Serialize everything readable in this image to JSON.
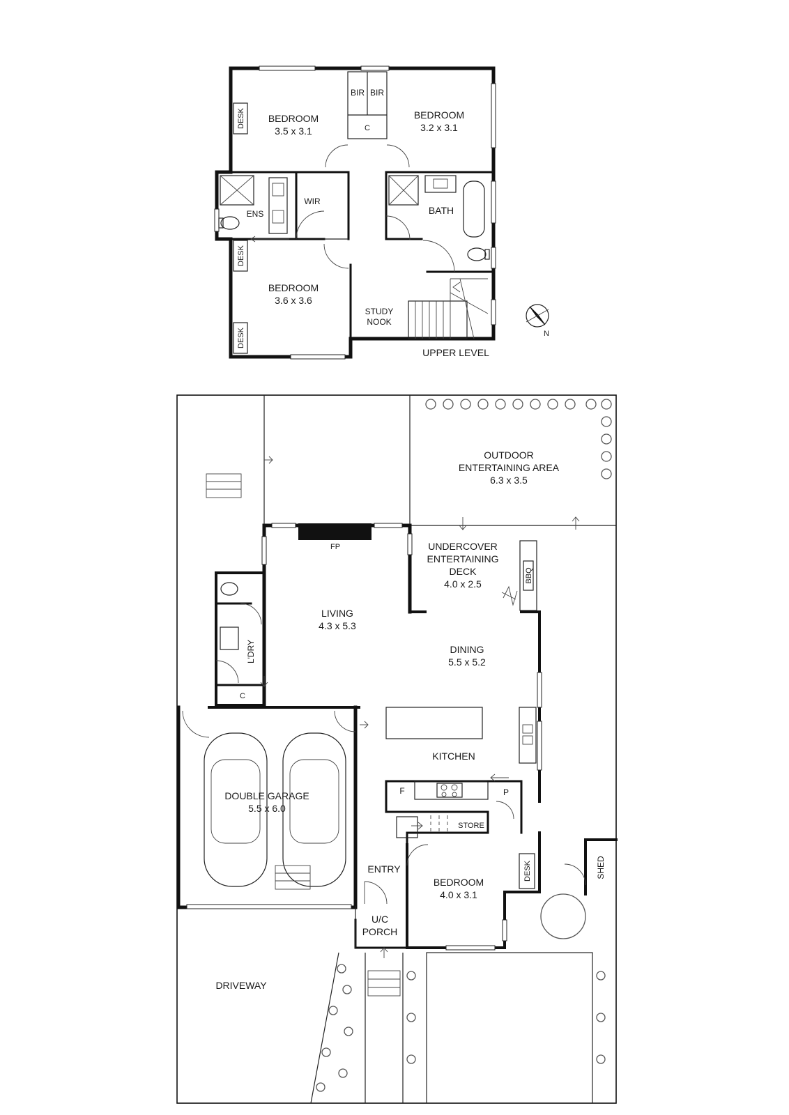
{
  "upper": {
    "bedroom1": {
      "name": "BEDROOM",
      "size": "3.5 x 3.1"
    },
    "bedroom2": {
      "name": "BEDROOM",
      "size": "3.2 x 3.1"
    },
    "bedroom3": {
      "name": "BEDROOM",
      "size": "3.6 x 3.6"
    },
    "bir_left": "BIR",
    "bir_right": "BIR",
    "cupboard": "C",
    "ensuite": "ENS",
    "wir": "WIR",
    "bath": "BATH",
    "study_line1": "STUDY",
    "study_line2": "NOOK",
    "desk_1": "DESK",
    "desk_2": "DESK",
    "desk_3": "DESK",
    "level_label": "UPPER LEVEL"
  },
  "compass": {
    "north": "N"
  },
  "ground": {
    "outdoor": {
      "line1": "OUTDOOR",
      "line2": "ENTERTAINING AREA",
      "size": "6.3 x 3.5"
    },
    "deck": {
      "line1": "UNDERCOVER",
      "line2": "ENTERTAINING",
      "line3": "DECK",
      "size": "4.0 x 2.5"
    },
    "bbq": "BBQ",
    "fireplace": "FP",
    "living": {
      "name": "LIVING",
      "size": "4.3 x 5.3"
    },
    "dining": {
      "name": "DINING",
      "size": "5.5 x 5.2"
    },
    "laundry": "L'DRY",
    "cupboard": "C",
    "kitchen": "KITCHEN",
    "fridge": "F",
    "pantry": "P",
    "store": "STORE",
    "garage": {
      "name": "DOUBLE GARAGE",
      "size": "5.5 x 6.0"
    },
    "entry": "ENTRY",
    "bedroom": {
      "name": "BEDROOM",
      "size": "4.0 x 3.1"
    },
    "desk": "DESK",
    "shed": "SHED",
    "porch_line1": "U/C",
    "porch_line2": "PORCH",
    "driveway": "DRIVEWAY"
  }
}
